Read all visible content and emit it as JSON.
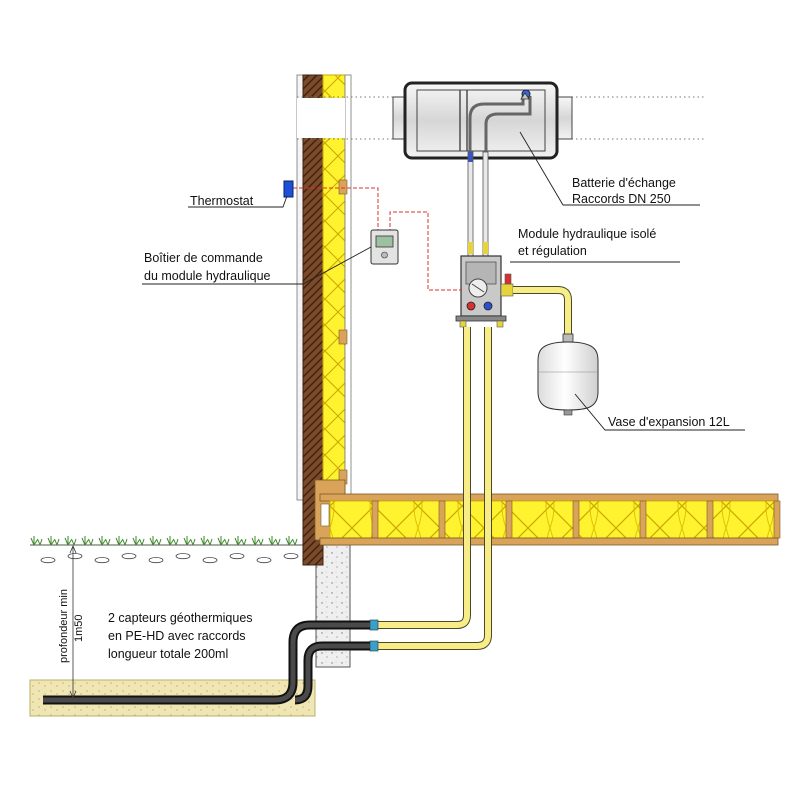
{
  "labels": {
    "thermostat": "Thermostat",
    "control_box_line1": "Boîtier de commande",
    "control_box_line2": "du module hydraulique",
    "exchanger_line1": "Batterie d'échange",
    "exchanger_line2": "Raccords DN 250",
    "module_line1": "Module hydraulique isolé",
    "module_line2": "et régulation",
    "expansion_vessel": "Vase d'expansion 12L",
    "sensors_line1": "2 capteurs géothermiques",
    "sensors_line2": "en PE-HD avec raccords",
    "sensors_line3": "longueur totale 200ml",
    "depth_line1": "profondeur min",
    "depth_line2": "1m50"
  },
  "colors": {
    "insulation": "#fff22e",
    "insulation_stroke": "#c9a800",
    "brick": "#7a4a2a",
    "timber": "#d9a35a",
    "pipe_yellow": "#f7ec86",
    "pipe_black": "#2b2b2b",
    "thermostat": "#1e4fd6",
    "control_wire": "#e03030",
    "ground": "#efe6b4",
    "grass": "#3f8a2a"
  }
}
